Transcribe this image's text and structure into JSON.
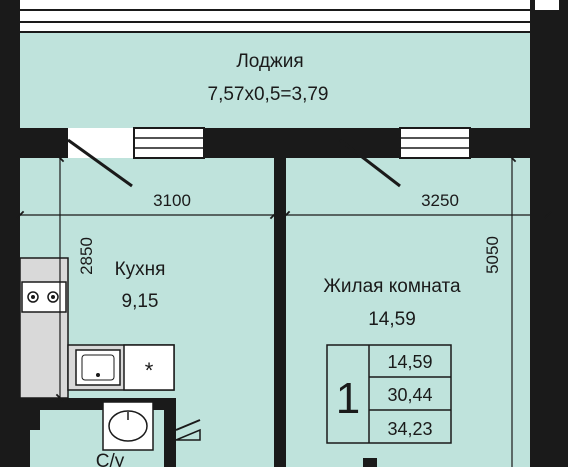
{
  "colors": {
    "floor": "#bfe3dc",
    "wall": "#1a1a1a",
    "fixture": "#d9d9d9",
    "line": "#1a1a1a"
  },
  "rooms": {
    "loggia": {
      "name": "Лоджия",
      "area": "7,57х0,5=3,79"
    },
    "kitchen": {
      "name": "Кухня",
      "area": "9,15"
    },
    "living": {
      "name": "Жилая комната",
      "area": "14,59"
    },
    "bathroom": {
      "name": "С/у"
    }
  },
  "dimensions": {
    "kitchen_width": "3100",
    "living_width": "3250",
    "kitchen_depth": "2850",
    "living_depth": "5050"
  },
  "summary": {
    "rooms_count": "1",
    "living_area": "14,59",
    "area_without_loggia": "30,44",
    "total_area": "34,23"
  },
  "icons": {
    "stove": "stove-icon",
    "sink": "sink-icon",
    "fridge": "fridge-icon",
    "toilet": "toilet-icon",
    "window": "window-icon",
    "door": "door-swing-icon"
  }
}
